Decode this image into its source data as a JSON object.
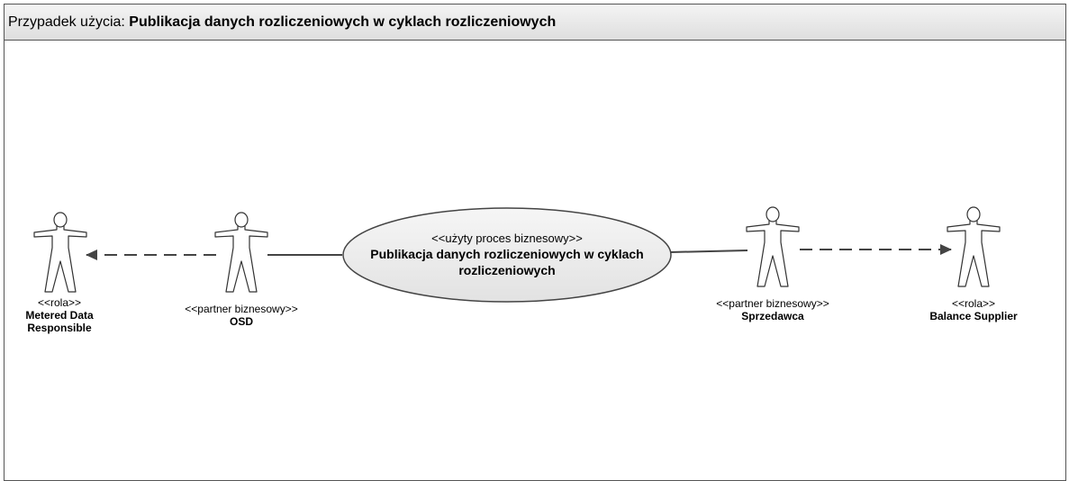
{
  "title": {
    "prefix": "Przypadek użycia:",
    "name": "Publikacja danych rozliczeniowych w cyklach rozliczeniowych"
  },
  "use_case": {
    "stereotype": "<<użyty proces biznesowy>>",
    "name": "Publikacja danych rozliczeniowych w cyklach\nrozliczeniowych"
  },
  "actors": [
    {
      "id": "metered-data-responsible",
      "stereotype": "<<rola>>",
      "name": "Metered Data\nResponsible"
    },
    {
      "id": "osd",
      "stereotype": "<<partner biznesowy>>",
      "name": "OSD"
    },
    {
      "id": "sprzedawca",
      "stereotype": "<<partner biznesowy>>",
      "name": "Sprzedawca"
    },
    {
      "id": "balance-supplier",
      "stereotype": "<<rola>>",
      "name": "Balance Supplier"
    }
  ],
  "connections": [
    {
      "from": "osd",
      "to": "metered-data-responsible",
      "style": "dashed-arrow"
    },
    {
      "from": "osd",
      "to": "use-case",
      "style": "solid"
    },
    {
      "from": "use-case",
      "to": "sprzedawca",
      "style": "solid"
    },
    {
      "from": "sprzedawca",
      "to": "balance-supplier",
      "style": "dashed-arrow"
    }
  ]
}
